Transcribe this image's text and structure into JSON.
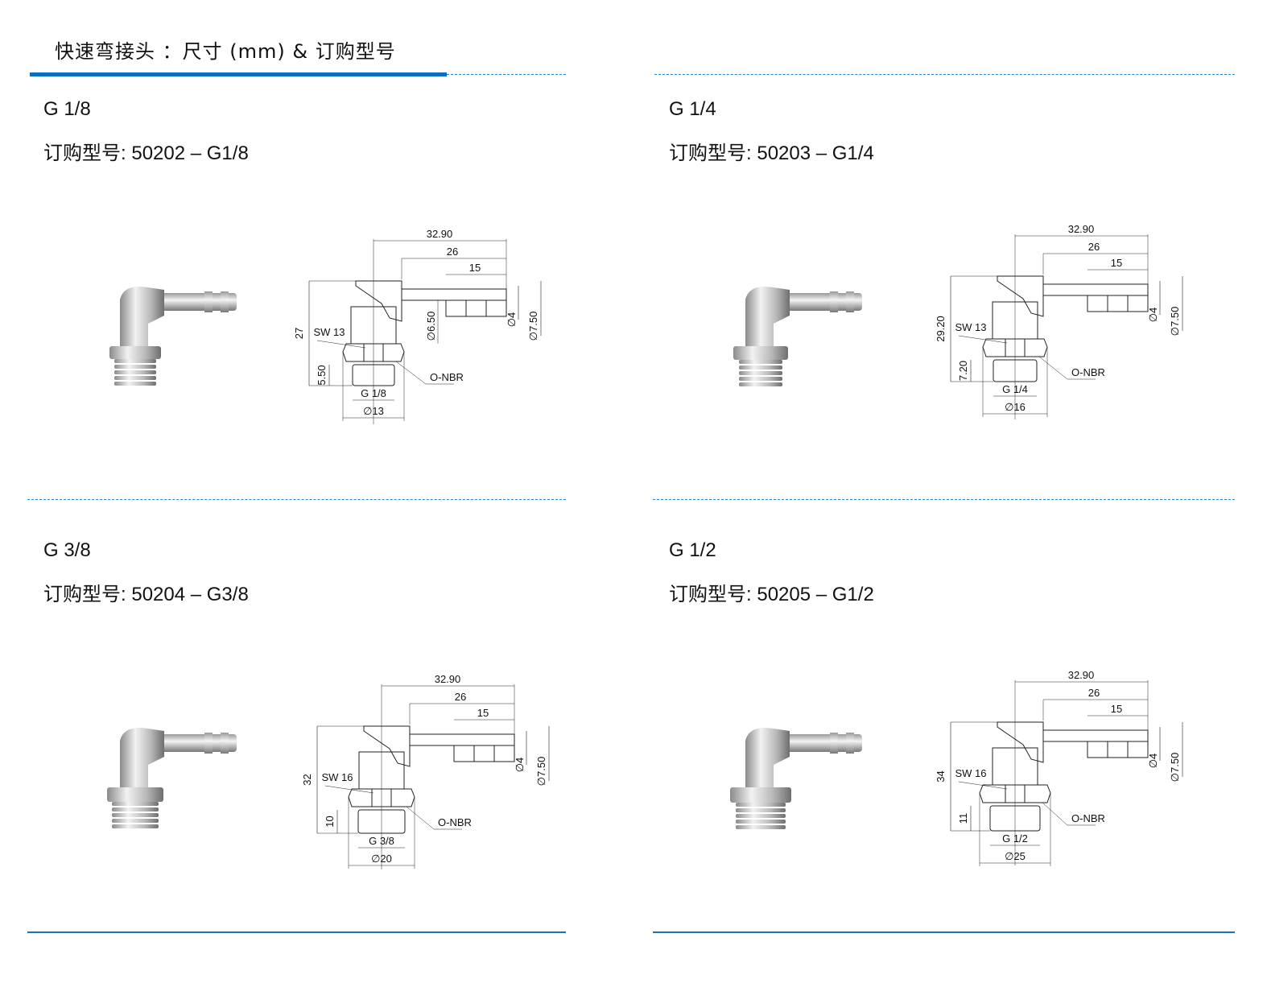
{
  "header": {
    "title": "快速弯接头 ：尺寸 (mm) & 订购型号"
  },
  "colors": {
    "accent": "#0a6fc2"
  },
  "products": [
    {
      "title": "G 1/8",
      "order_label": "订购型号: ",
      "order_code": "50202 – G1/8",
      "dims": {
        "total_len": "32.90",
        "hose_len": "26",
        "barb_len": "15",
        "height": "27",
        "thread_len": "5.50",
        "sw": "SW 13",
        "body_dia": "∅6.50",
        "bore": "∅4",
        "hose_dia": "∅7.50",
        "thread": "G 1/8",
        "od": "∅13",
        "seal": "O-NBR"
      }
    },
    {
      "title": "G 1/4",
      "order_label": "订购型号: ",
      "order_code": "50203 – G1/4",
      "dims": {
        "total_len": "32.90",
        "hose_len": "26",
        "barb_len": "15",
        "height": "29.20",
        "thread_len": "7.20",
        "sw": "SW 13",
        "body_dia": "",
        "bore": "∅4",
        "hose_dia": "∅7.50",
        "thread": "G 1/4",
        "od": "∅16",
        "seal": "O-NBR"
      }
    },
    {
      "title": "G 3/8",
      "order_label": "订购型号: ",
      "order_code": "50204 – G3/8",
      "dims": {
        "total_len": "32.90",
        "hose_len": "26",
        "barb_len": "15",
        "height": "32",
        "thread_len": "10",
        "sw": "SW 16",
        "body_dia": "",
        "bore": "∅4",
        "hose_dia": "∅7.50",
        "thread": "G 3/8",
        "od": "∅20",
        "seal": "O-NBR"
      }
    },
    {
      "title": "G 1/2",
      "order_label": "订购型号: ",
      "order_code": "50205 – G1/2",
      "dims": {
        "total_len": "32.90",
        "hose_len": "26",
        "barb_len": "15",
        "height": "34",
        "thread_len": "11",
        "sw": "SW 16",
        "body_dia": "",
        "bore": "∅4",
        "hose_dia": "∅7.50",
        "thread": "G 1/2",
        "od": "∅25",
        "seal": "O-NBR"
      }
    }
  ]
}
